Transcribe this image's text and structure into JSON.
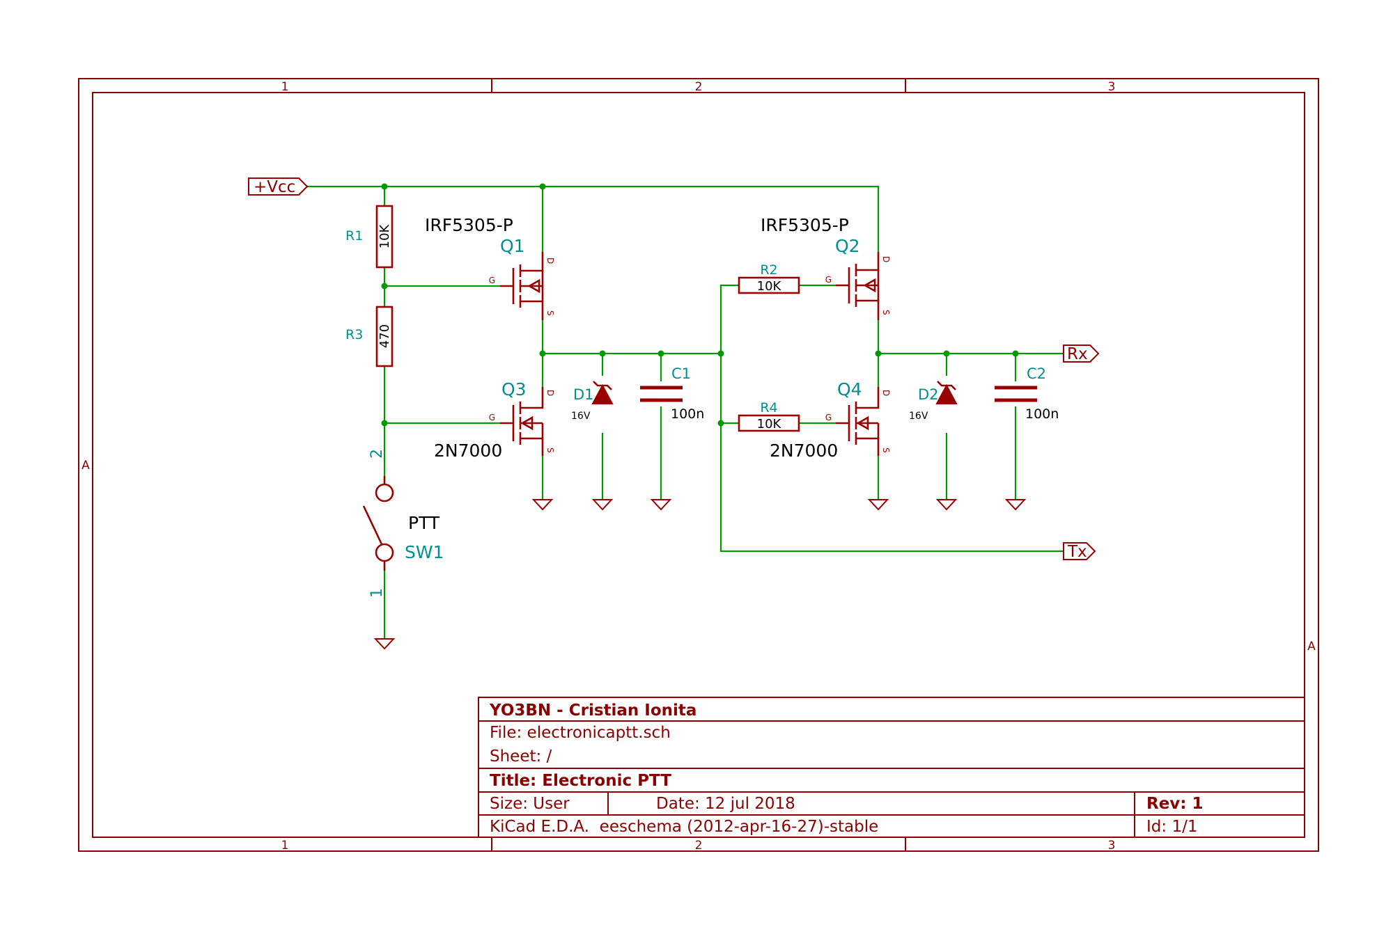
{
  "border": {
    "columns": [
      "1",
      "2",
      "3"
    ],
    "rows": [
      "A"
    ]
  },
  "components": {
    "R1": {
      "ref": "R1",
      "value": "10K"
    },
    "R2": {
      "ref": "R2",
      "value": "10K"
    },
    "R3": {
      "ref": "R3",
      "value": "470"
    },
    "R4": {
      "ref": "R4",
      "value": "10K"
    },
    "Q1": {
      "ref": "Q1",
      "value": "IRF5305-P"
    },
    "Q2": {
      "ref": "Q2",
      "value": "IRF5305-P"
    },
    "Q3": {
      "ref": "Q3",
      "value": "2N7000"
    },
    "Q4": {
      "ref": "Q4",
      "value": "2N7000"
    },
    "D1": {
      "ref": "D1",
      "value": "16V"
    },
    "D2": {
      "ref": "D2",
      "value": "16V"
    },
    "C1": {
      "ref": "C1",
      "value": "100n"
    },
    "C2": {
      "ref": "C2",
      "value": "100n"
    },
    "SW1": {
      "ref": "SW1",
      "value": "PTT",
      "pin1": "1",
      "pin2": "2"
    }
  },
  "pin_labels": {
    "gate": "G",
    "drain": "D",
    "source": "S"
  },
  "net_labels": {
    "vcc": "+Vcc",
    "rx": "Rx",
    "tx": "Tx"
  },
  "title_block": {
    "company": "YO3BN - Cristian Ionita",
    "file": "File: electronicaptt.sch",
    "sheet": "Sheet: /",
    "title": "Title: Electronic PTT",
    "size": "Size: User",
    "date": "Date: 12 jul 2018",
    "rev": "Rev: 1",
    "tool": "KiCad E.D.A.  eeschema (2012-apr-16-27)-stable",
    "id": "Id: 1/1"
  },
  "colors": {
    "frame": "#8b0000",
    "wire": "#009900",
    "component": "#990000",
    "reference": "#008f8f",
    "value": "#000000"
  }
}
